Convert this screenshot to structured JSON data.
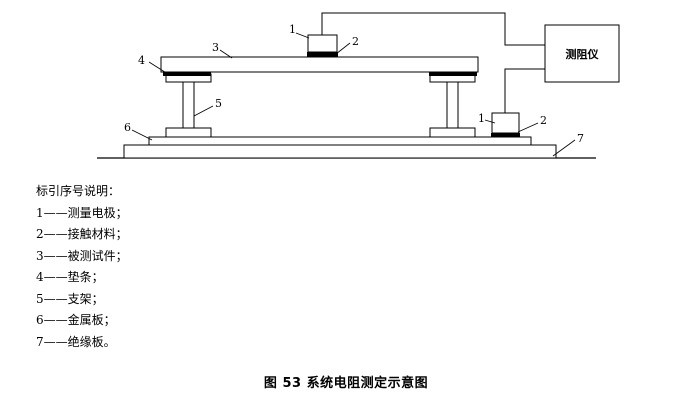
{
  "diagram": {
    "instrument_label": "测阻仪",
    "callouts": [
      "1",
      "2",
      "3",
      "4",
      "5",
      "6",
      "1",
      "2",
      "7"
    ]
  },
  "legend": {
    "title": "标引序号说明：",
    "items": [
      "1——测量电极；",
      "2——接触材料；",
      "3——被测试件；",
      "4——垫条；",
      "5——支架；",
      "6——金属板；",
      "7——绝缘板。"
    ]
  },
  "caption": "图 53   系统电阻测定示意图"
}
